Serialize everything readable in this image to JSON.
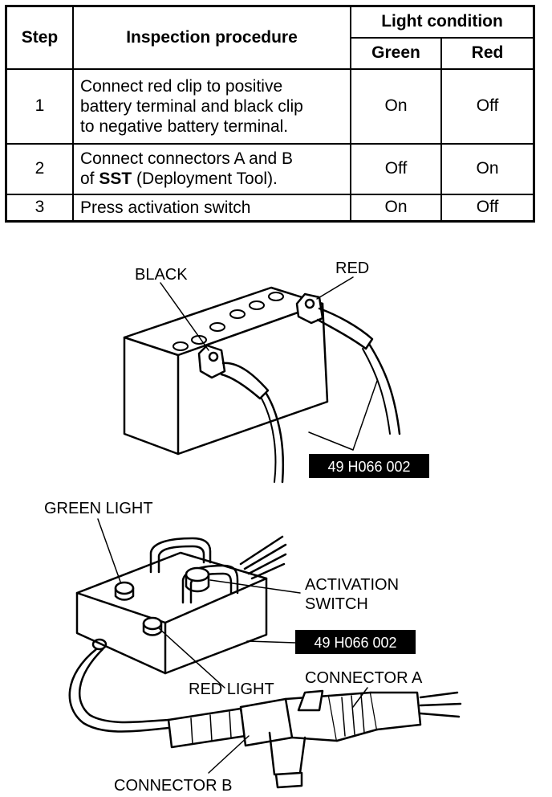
{
  "table": {
    "header": {
      "step": "Step",
      "procedure": "Inspection procedure",
      "light_condition": "Light condition",
      "green": "Green",
      "red": "Red"
    },
    "rows": [
      {
        "step": "1",
        "lines": [
          "Connect red clip to positive",
          "battery terminal and black clip",
          "to negative battery terminal."
        ],
        "green": "On",
        "red": "Off"
      },
      {
        "step": "2",
        "line1": "Connect connectors A and B",
        "line2_pre": "of ",
        "line2_bold": "SST",
        "line2_post": " (Deployment Tool).",
        "green": "Off",
        "red": "On"
      },
      {
        "step": "3",
        "lines": [
          "Press activation switch"
        ],
        "green": "On",
        "red": "Off"
      }
    ]
  },
  "figure1": {
    "label_black": "BLACK",
    "label_red": "RED",
    "part_number": "49 H066 002"
  },
  "figure2": {
    "label_green_light": "GREEN LIGHT",
    "label_activation_1": "ACTIVATION",
    "label_activation_2": "SWITCH",
    "label_red_light": "RED LIGHT",
    "label_connector_a": "CONNECTOR A",
    "label_connector_b": "CONNECTOR B",
    "part_number": "49 H066 002"
  }
}
